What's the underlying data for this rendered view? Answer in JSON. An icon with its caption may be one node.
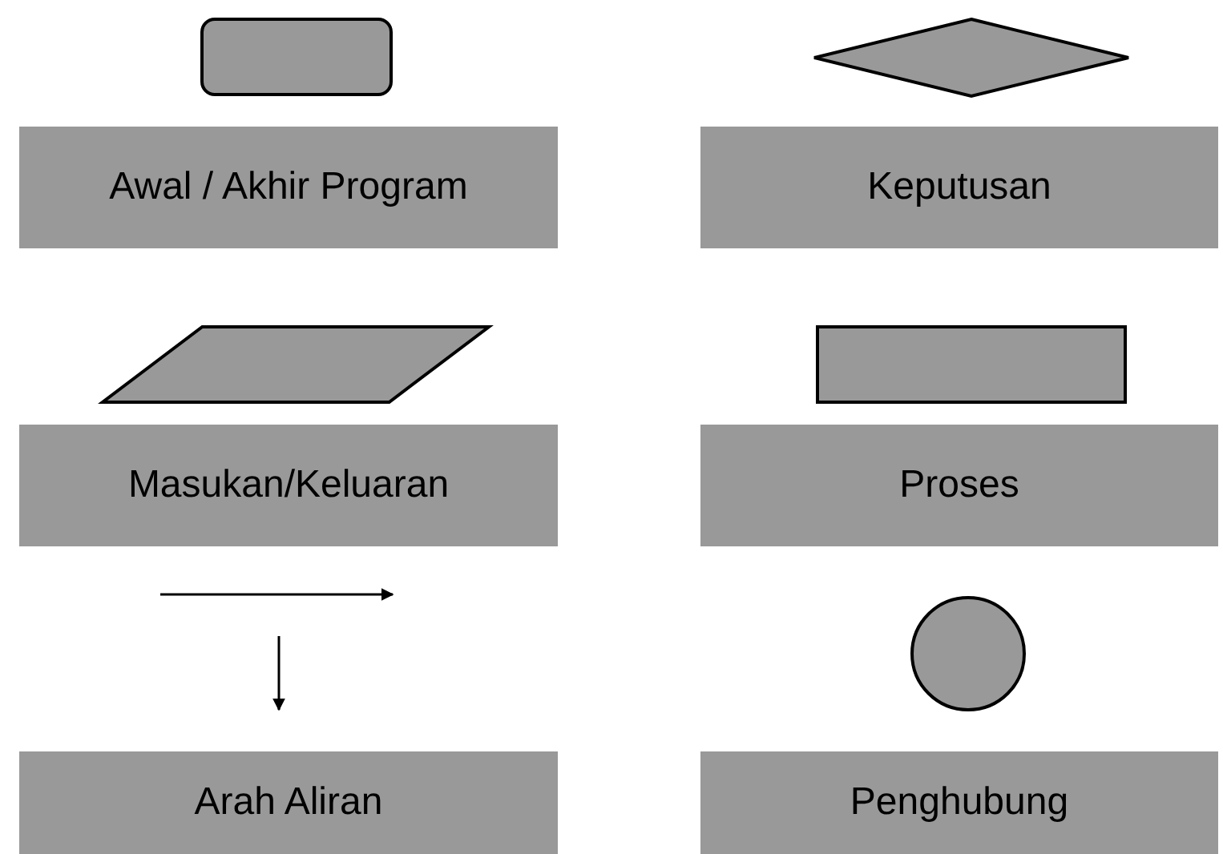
{
  "diagram": {
    "nodes": [
      {
        "text": [],
        "shape": "rounded"
      },
      {
        "text": [],
        "shape": "diamond"
      },
      {
        "text": [
          "Awal / Akhir Program"
        ]
      },
      {
        "text": [
          "Keputusan"
        ]
      },
      {
        "text": [],
        "shape": "parallelogram"
      },
      {
        "text": [],
        "shape": "box"
      },
      {
        "text": [
          "Masukan/Keluaran"
        ]
      },
      {
        "text": [
          "Proses"
        ]
      },
      {
        "text": [],
        "shape": "circle"
      },
      {
        "text": [
          "Arah Aliran"
        ]
      },
      {
        "text": [
          "Penghubung"
        ]
      }
    ]
  }
}
